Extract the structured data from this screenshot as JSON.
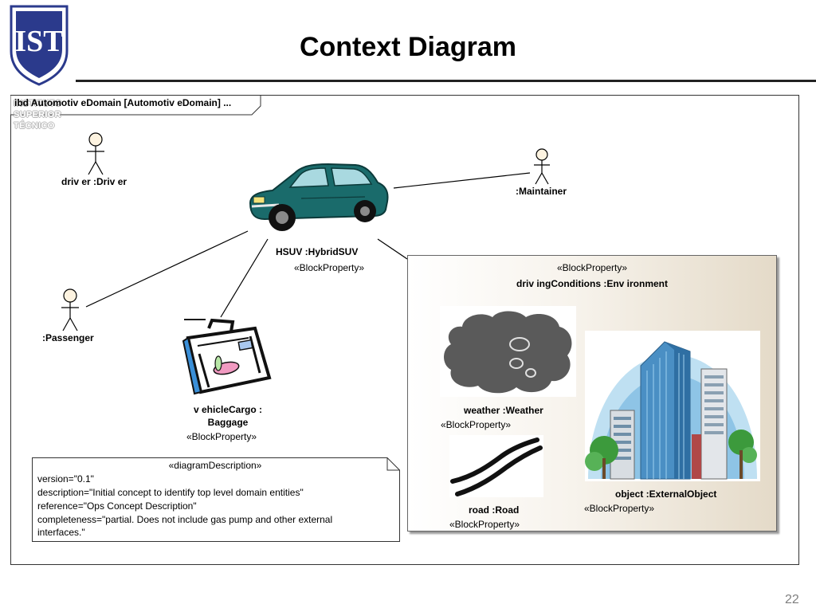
{
  "slide": {
    "title": "Context Diagram",
    "page_number": "22",
    "logo_watermark": [
      "INSTITUTO",
      "SUPERIOR",
      "TÉCNICO"
    ]
  },
  "diagram": {
    "frame_label": "ibd Automotiv eDomain [Automotiv eDomain] ...",
    "parts": {
      "driver": "driv er :Driv er",
      "maintainer": ":Maintainer",
      "passenger": ":Passenger",
      "hsuv_name": "HSUV :HybridSUV",
      "hsuv_stereotype": "«BlockProperty»",
      "cargo_name_line1": "v ehicleCargo :",
      "cargo_name_line2": "Baggage",
      "cargo_stereotype": "«BlockProperty»"
    },
    "environment": {
      "stereotype": "«BlockProperty»",
      "name": "driv ingConditions :Env ironment",
      "weather_name": "weather :Weather",
      "weather_stereotype": "«BlockProperty»",
      "road_name": "road :Road",
      "road_stereotype": "«BlockProperty»",
      "object_name": "object :ExternalObject",
      "object_stereotype": "«BlockProperty»"
    },
    "note": {
      "stereotype": "«diagramDescription»",
      "lines": [
        "version=\"0.1\"",
        "description=\"Initial concept to identify top level domain entities\"",
        "reference=\"Ops Concept Description\"",
        "completeness=\"partial. Does not include gas pump and other external",
        "interfaces.\""
      ]
    }
  },
  "colors": {
    "logo_blue": "#2b3a8c",
    "car_teal": "#1a6b6b",
    "cloud_gray": "#5a5a5a",
    "building_blue": "#4a8fc4",
    "env_fill_end": "#e4dac8"
  }
}
